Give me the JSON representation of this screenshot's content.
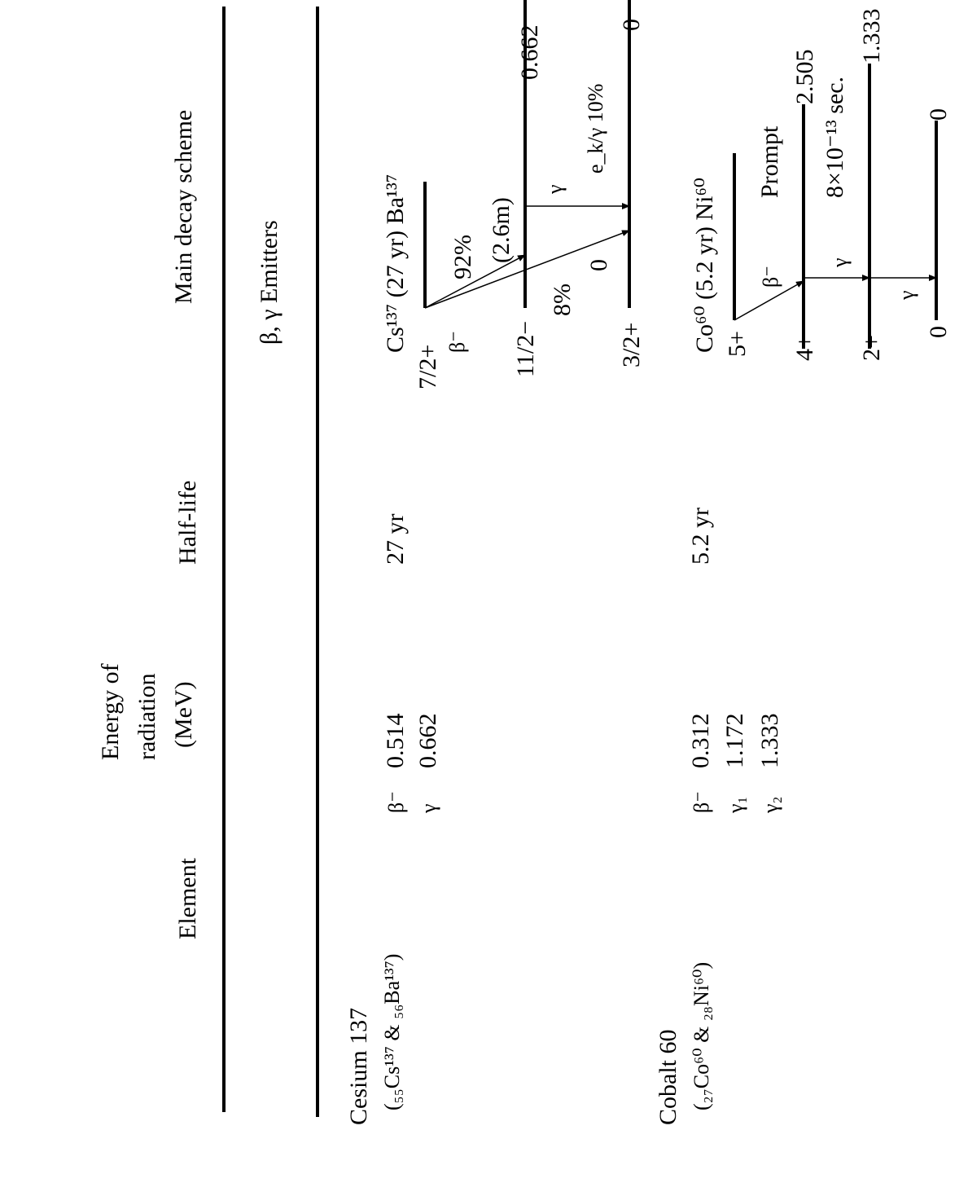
{
  "table": {
    "headers": {
      "element": "Element",
      "energy_line1": "Energy of",
      "energy_line2": "radiation",
      "energy_line3": "(MeV)",
      "half_life": "Half-life",
      "scheme": "Main decay scheme"
    },
    "section_title": "β, γ Emitters",
    "rows": [
      {
        "element": "Cesium 137",
        "element_detail": "(₅₅Cs¹³⁷ & ₅₆Ba¹³⁷)",
        "radiations": [
          {
            "type": "β⁻",
            "energy": "0.514"
          },
          {
            "type": "γ",
            "energy": "0.662"
          }
        ],
        "half_life": "27 yr",
        "scheme": {
          "title": "Cs¹³⁷ (27 yr) Ba¹³⁷",
          "parent_spin": "7/2+",
          "beta_label": "β⁻",
          "branch1": "92%",
          "branch1_time": "(2.6m)",
          "branch2": "8%",
          "branch2_level": "0",
          "mid_spin": "11/2−",
          "mid_energy": "0.662",
          "gamma_label": "γ",
          "conversion_label": "e_k/γ 10%",
          "ground_spin": "3/2+",
          "ground_energy": "0"
        }
      },
      {
        "element": "Cobalt 60",
        "element_detail": "(₂₇Co⁶⁰ & ₂₈Ni⁶⁰)",
        "radiations": [
          {
            "type": "β⁻",
            "energy": "0.312"
          },
          {
            "type": "γ₁",
            "energy": "1.172"
          },
          {
            "type": "γ₂",
            "energy": "1.333"
          }
        ],
        "half_life": "5.2 yr",
        "scheme": {
          "title": "Co⁶⁰ (5.2 yr) Ni⁶⁰",
          "parent_spin": "5+",
          "beta_label": "β⁻",
          "prompt_label": "Prompt",
          "level1_spin": "4+",
          "level1_energy": "2.505",
          "lifetime_label": "8×10⁻¹³ sec.",
          "level2_spin": "2+",
          "level2_energy": "1.333",
          "ground_spin": "0",
          "ground_energy": "0",
          "gamma1_label": "γ",
          "gamma2_label": "γ"
        }
      }
    ]
  }
}
